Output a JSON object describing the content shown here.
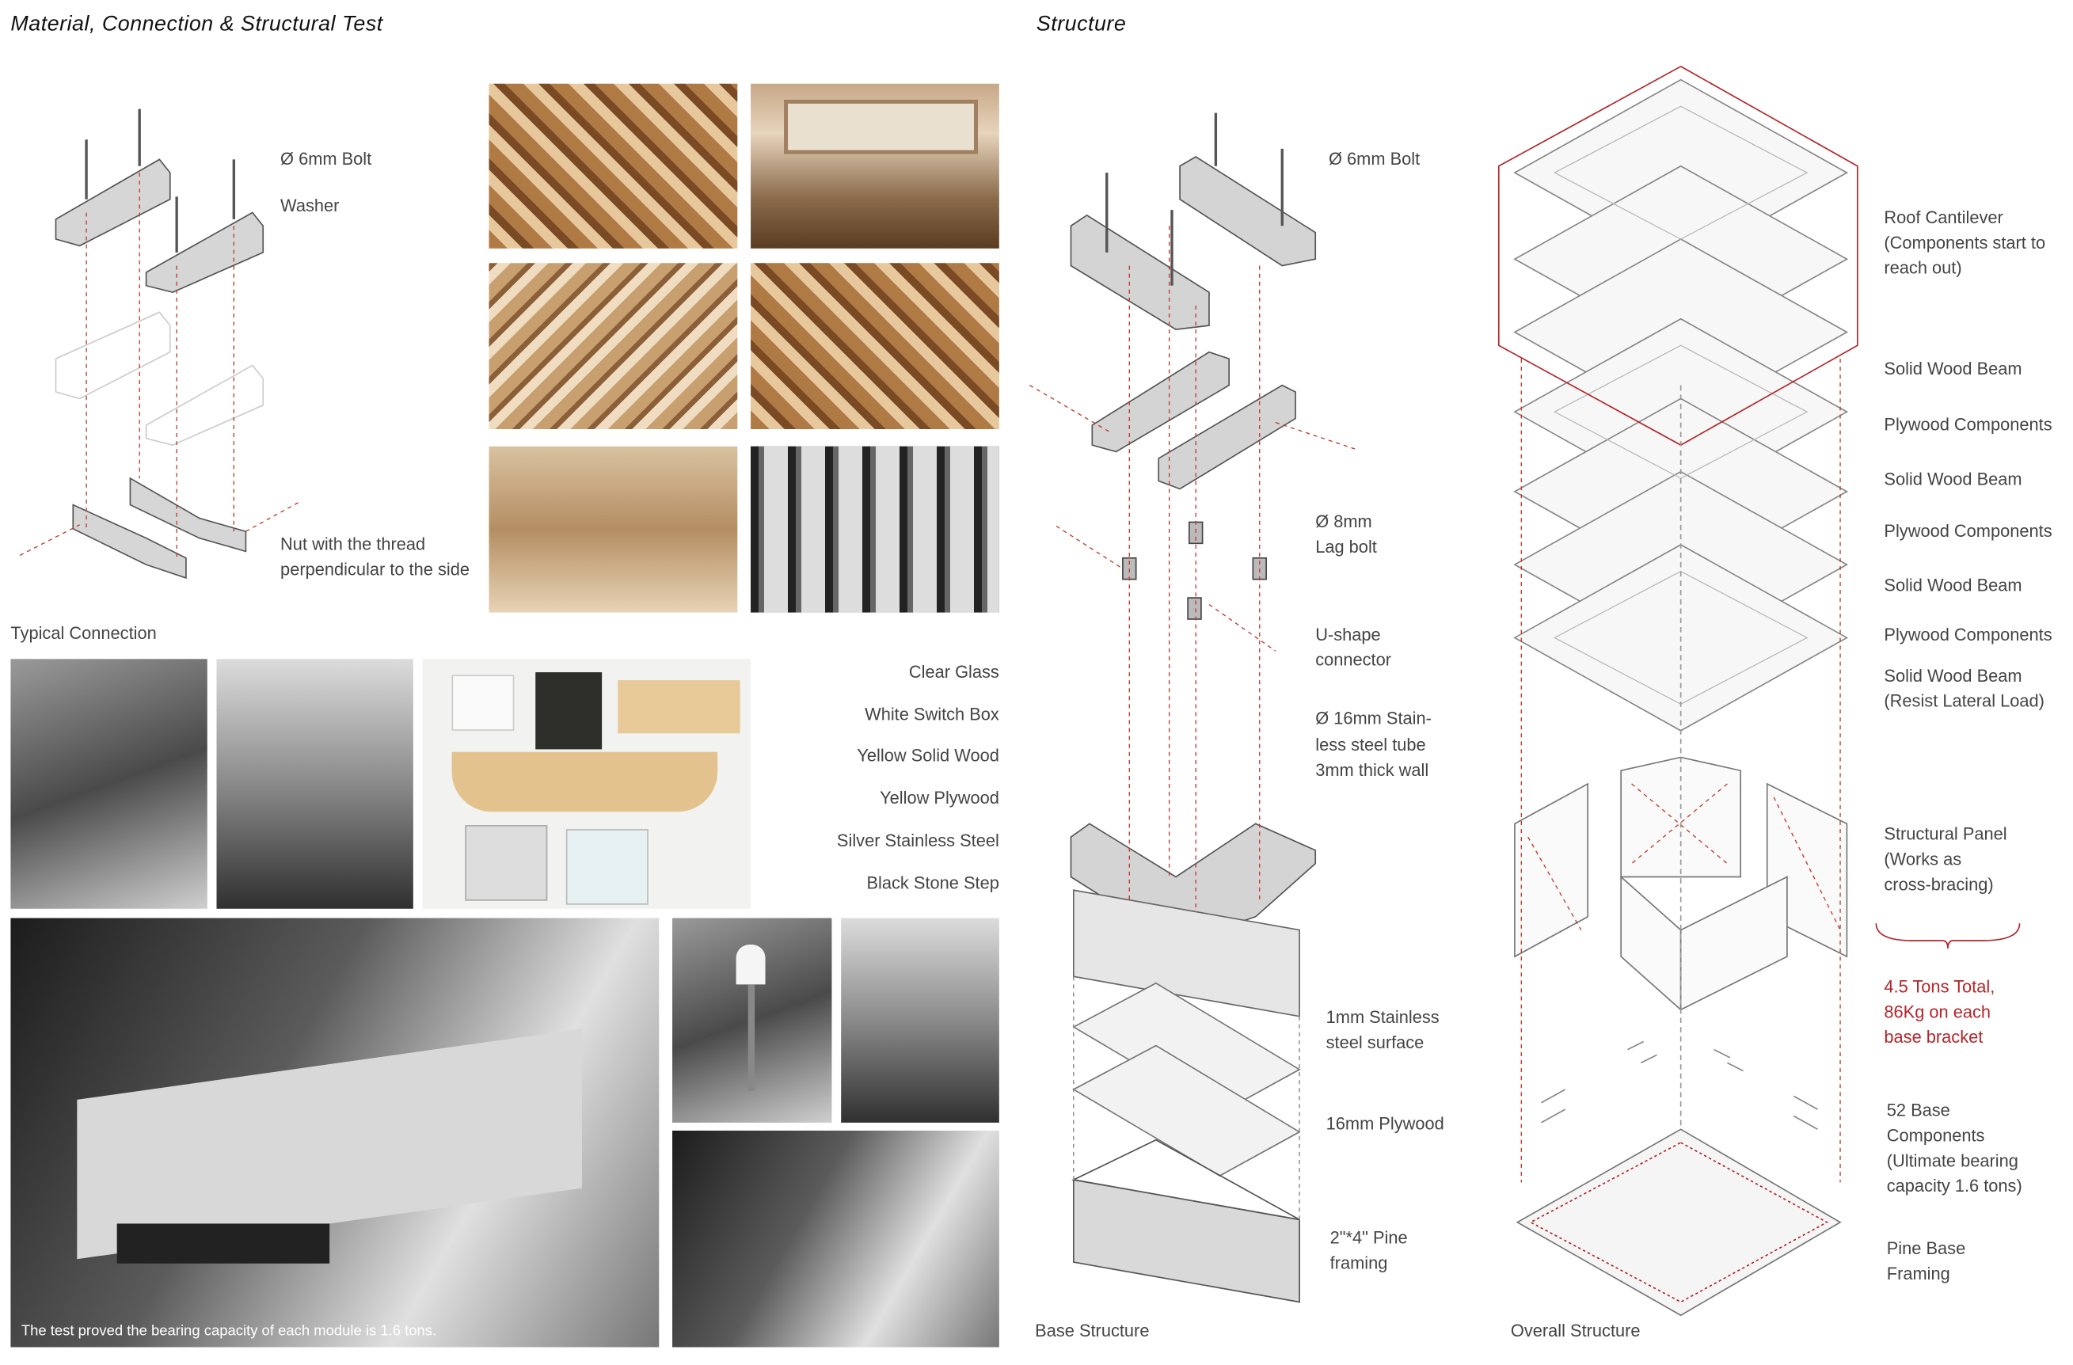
{
  "left": {
    "title": "Material, Connection & Structural Test",
    "connection": {
      "bolt": "Ø 6mm Bolt",
      "washer": "Washer",
      "nut_line1": "Nut with the thread",
      "nut_line2": "perpendicular to the side",
      "caption": "Typical Connection"
    },
    "materials": [
      "Clear Glass",
      "White Switch Box",
      "Yellow Solid Wood",
      "Yellow Plywood",
      "Silver Stainless Steel",
      "Black Stone Step"
    ],
    "test_caption": "The test proved the bearing capacity of each module is 1.6 tons."
  },
  "structure": {
    "title": "Structure",
    "bolt": "Ø 6mm Bolt",
    "lag_line1": "Ø 8mm",
    "lag_line2": "Lag bolt",
    "ushape_line1": "U-shape",
    "ushape_line2": "connector",
    "tube_line1": "Ø 16mm Stain-",
    "tube_line2": "less steel tube",
    "tube_line3": "3mm thick wall",
    "steel_line1": "1mm Stainless",
    "steel_line2": "steel surface",
    "plywood": "16mm Plywood",
    "pine_line1": "2\"*4\" Pine",
    "pine_line2": "framing",
    "caption": "Base Structure"
  },
  "overall": {
    "roof_line1": "Roof Cantilever",
    "roof_line2": "(Components start to",
    "roof_line3": "reach out)",
    "layers": [
      "Solid Wood Beam",
      "Plywood Components",
      "Solid Wood Beam",
      "Plywood Components",
      "Solid Wood Beam",
      "Plywood Components"
    ],
    "beam_line1": "Solid Wood Beam",
    "beam_line2": "(Resist Lateral Load)",
    "panel_line1": "Structural Panel",
    "panel_line2": "(Works as",
    "panel_line3": "cross-bracing)",
    "load_line1": "4.5 Tons Total,",
    "load_line2": "86Kg on each",
    "load_line3": "base bracket",
    "base_line1": "52 Base",
    "base_line2": "Components",
    "base_line3": "(Ultimate bearing",
    "base_line4": "capacity 1.6 tons)",
    "pine_line1": "Pine Base",
    "pine_line2": "Framing",
    "caption": "Overall Structure"
  },
  "colors": {
    "accent_red": "#b3262a",
    "text": "#444444"
  }
}
